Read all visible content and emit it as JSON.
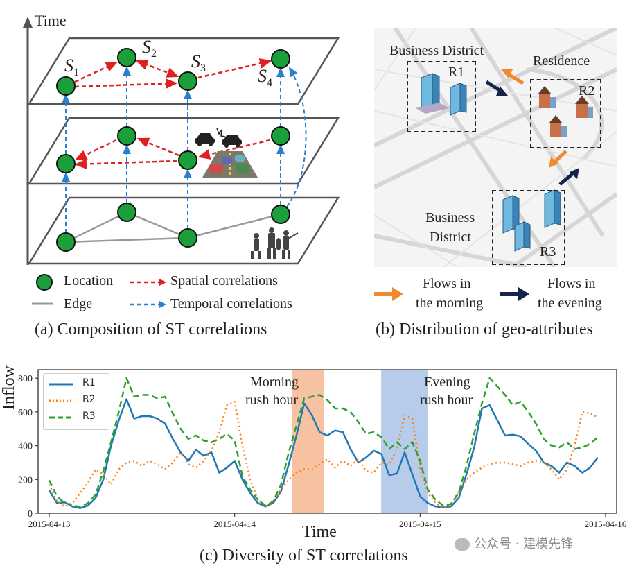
{
  "panel_a": {
    "axis_label": "Time",
    "nodes": [
      "S1",
      "S2",
      "S3",
      "S4"
    ],
    "legend": {
      "location": "Location",
      "edge": "Edge",
      "spatial": "Spatial correlations",
      "temporal": "Temporal correlations"
    },
    "caption": "(a) Composition of ST correlations",
    "colors": {
      "node": "#1a9f3a",
      "spatial": "#e02020",
      "temporal": "#2a7fd0",
      "edge": "#999999"
    },
    "icons": [
      "car-crash-icon",
      "traffic-jam-icon",
      "concert-icon"
    ]
  },
  "panel_b": {
    "labels": {
      "business_top": "Business District",
      "residence": "Residence",
      "business_bottom_1": "Business",
      "business_bottom_2": "District",
      "r1": "R1",
      "r2": "R2",
      "r3": "R3"
    },
    "legend": {
      "morning_1": "Flows in",
      "morning_2": "the morning",
      "evening_1": "Flows in",
      "evening_2": "the evening"
    },
    "caption": "(b) Distribution of geo-attributes",
    "colors": {
      "morning": "#f08a30",
      "evening": "#14234a"
    },
    "icons": [
      "office-building-icon",
      "house-icon"
    ]
  },
  "panel_c": {
    "caption": "(c) Diversity of ST correlations",
    "annotations": {
      "morning_1": "Morning",
      "morning_2": "rush hour",
      "evening_1": "Evening",
      "evening_2": "rush hour"
    },
    "watermark": "公众号 · 建模先锋"
  },
  "chart_data": {
    "type": "line",
    "xlabel": "Time",
    "ylabel": "Inflow",
    "ylim": [
      0,
      850
    ],
    "yticks": [
      0,
      200,
      400,
      600,
      800
    ],
    "xtick_labels": [
      "2015-04-13",
      "2015-04-14",
      "2015-04-15",
      "2015-04-16"
    ],
    "x_range_days": [
      -0.06,
      3.06
    ],
    "legend_position": "top-left",
    "shaded_regions": [
      {
        "x_start": 1.31,
        "x_end": 1.48,
        "color": "#f4b792"
      },
      {
        "x_start": 1.79,
        "x_end": 2.04,
        "color": "#aac3e8"
      }
    ],
    "series": [
      {
        "name": "R1",
        "color": "#1f77b4",
        "style": "solid",
        "values": [
          135,
          60,
          65,
          40,
          30,
          45,
          90,
          200,
          400,
          550,
          675,
          560,
          575,
          575,
          560,
          530,
          440,
          360,
          310,
          375,
          340,
          360,
          240,
          270,
          310,
          200,
          120,
          60,
          40,
          60,
          130,
          290,
          460,
          650,
          580,
          480,
          460,
          490,
          480,
          380,
          300,
          330,
          370,
          350,
          225,
          235,
          360,
          230,
          100,
          60,
          40,
          35,
          40,
          90,
          230,
          390,
          620,
          640,
          550,
          460,
          465,
          455,
          410,
          370,
          300,
          280,
          240,
          300,
          280,
          240,
          270,
          330
        ]
      },
      {
        "name": "R2",
        "color": "#ff7f0e",
        "style": "dotted",
        "values": [
          170,
          70,
          40,
          60,
          120,
          180,
          260,
          230,
          170,
          260,
          300,
          310,
          280,
          310,
          290,
          260,
          300,
          360,
          290,
          270,
          310,
          370,
          480,
          640,
          660,
          400,
          200,
          80,
          40,
          60,
          140,
          200,
          240,
          260,
          260,
          290,
          320,
          270,
          310,
          280,
          320,
          250,
          240,
          300,
          290,
          380,
          580,
          560,
          260,
          120,
          60,
          30,
          50,
          130,
          200,
          240,
          270,
          290,
          300,
          300,
          290,
          280,
          300,
          310,
          300,
          260,
          200,
          260,
          400,
          600,
          590,
          570
        ]
      },
      {
        "name": "R3",
        "color": "#2ca02c",
        "style": "dashed",
        "values": [
          195,
          100,
          60,
          50,
          35,
          60,
          110,
          250,
          420,
          600,
          800,
          690,
          700,
          700,
          680,
          690,
          590,
          500,
          440,
          460,
          430,
          420,
          440,
          470,
          430,
          220,
          140,
          80,
          45,
          70,
          170,
          360,
          520,
          680,
          690,
          700,
          670,
          620,
          620,
          600,
          540,
          470,
          480,
          450,
          380,
          420,
          380,
          420,
          310,
          140,
          80,
          45,
          55,
          120,
          280,
          470,
          650,
          800,
          750,
          700,
          640,
          660,
          600,
          530,
          440,
          400,
          390,
          420,
          380,
          390,
          410,
          450
        ]
      }
    ]
  }
}
